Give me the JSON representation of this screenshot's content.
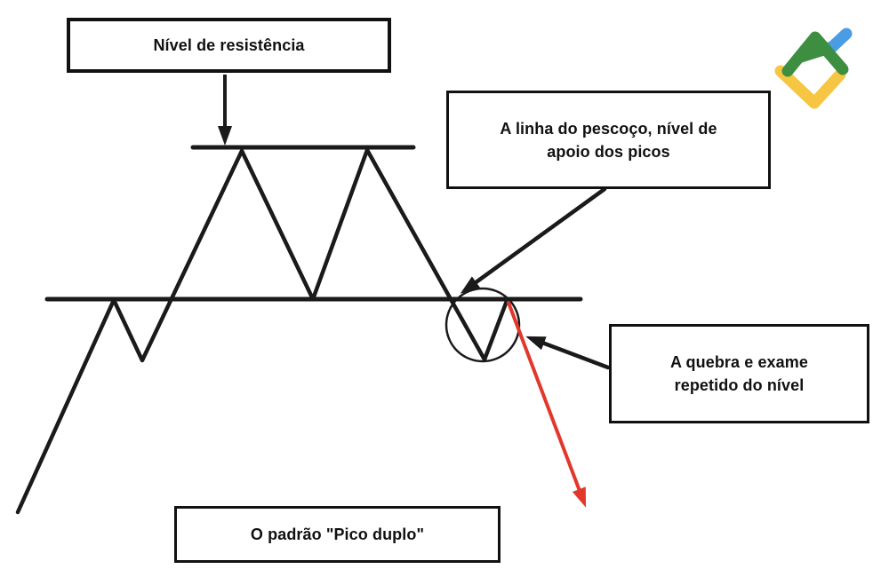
{
  "page": {
    "background": "#ffffff",
    "description_pattern": "double-top price pattern schematic"
  },
  "annotations": {
    "resistance_label": "Nível de resistência",
    "neckline_label": "A linha do pescoço, nível de\napoio dos picos",
    "retest_label": "A quebra e exame\nrepetido do nível",
    "pattern_label": "O padrão \"Pico duplo\""
  },
  "colors": {
    "line_black": "#1a1a1a",
    "border_black": "#111111",
    "breakout_red": "#e2382c",
    "logo_green": "#3e8e41",
    "logo_blue": "#4a9de2",
    "logo_yellow": "#f6c642"
  },
  "diagram": {
    "type": "diagram",
    "elements": [
      "resistance-level-line",
      "neckline-support-line",
      "price-zigzag-path",
      "retest-circle",
      "breakout-arrow-red",
      "annotation-arrows"
    ]
  },
  "logo": {
    "name": "litefinance-logo"
  }
}
